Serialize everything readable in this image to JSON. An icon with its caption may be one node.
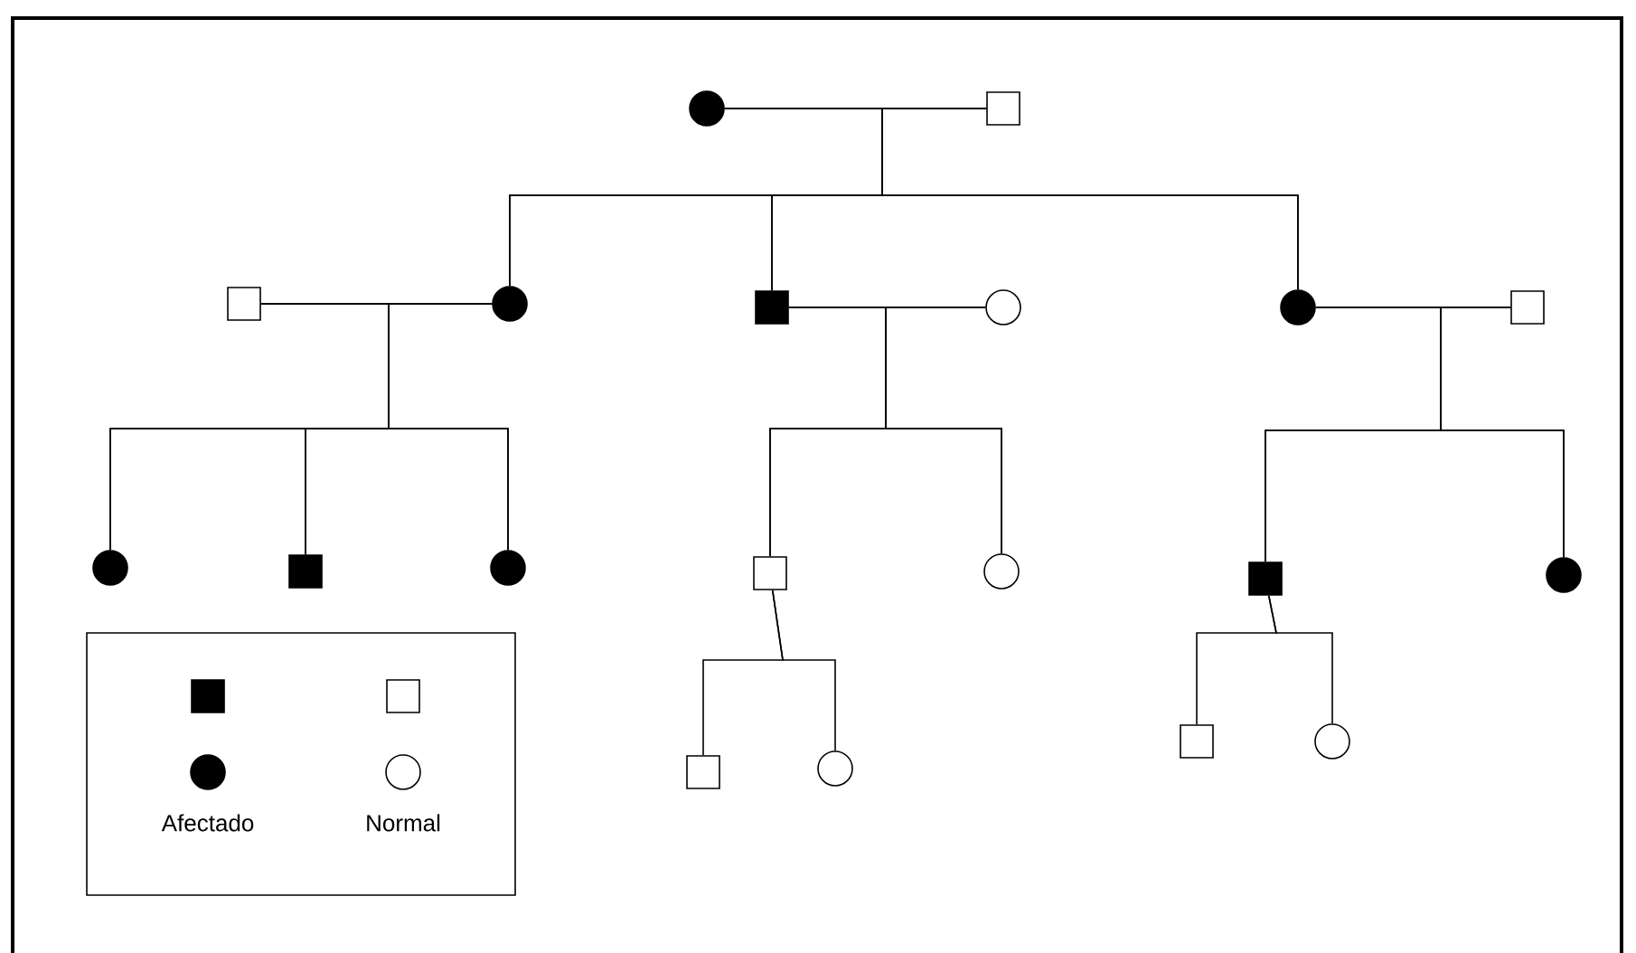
{
  "diagram": {
    "nodes": [
      {
        "text": [],
        "shape": "circle"
      },
      {
        "text": [],
        "shape": "box"
      },
      {
        "text": [],
        "shape": "box"
      },
      {
        "text": [],
        "shape": "circle"
      },
      {
        "text": [],
        "shape": "box"
      },
      {
        "text": [],
        "shape": "circle"
      },
      {
        "text": [],
        "shape": "circle"
      },
      {
        "text": [],
        "shape": "box"
      },
      {
        "text": [],
        "shape": "circle"
      },
      {
        "text": [],
        "shape": "box"
      },
      {
        "text": [],
        "shape": "circle"
      },
      {
        "text": [],
        "shape": "box"
      },
      {
        "text": [],
        "shape": "circle"
      },
      {
        "text": [],
        "shape": "box"
      },
      {
        "text": [],
        "shape": "circle"
      },
      {
        "text": [],
        "shape": "box"
      },
      {
        "text": [],
        "shape": "circle"
      },
      {
        "text": [],
        "shape": "box"
      },
      {
        "text": [],
        "shape": "circle"
      }
    ],
    "edges": [
      {
        "from": 0,
        "to": 1,
        "arrow": "none"
      },
      {
        "from": 0,
        "to": 3,
        "arrow": "none"
      },
      {
        "from": 1,
        "to": 3,
        "arrow": "none"
      },
      {
        "from": 0,
        "to": 4,
        "arrow": "none"
      },
      {
        "from": 1,
        "to": 4,
        "arrow": "none"
      },
      {
        "from": 0,
        "to": 6,
        "arrow": "none"
      },
      {
        "from": 1,
        "to": 6,
        "arrow": "none"
      },
      {
        "from": 2,
        "to": 3,
        "arrow": "none"
      },
      {
        "from": 4,
        "to": 5,
        "arrow": "none"
      },
      {
        "from": 6,
        "to": 7,
        "arrow": "none"
      },
      {
        "from": 2,
        "to": 8,
        "arrow": "none"
      },
      {
        "from": 3,
        "to": 8,
        "arrow": "none"
      },
      {
        "from": 2,
        "to": 9,
        "arrow": "none"
      },
      {
        "from": 3,
        "to": 9,
        "arrow": "none"
      },
      {
        "from": 2,
        "to": 10,
        "arrow": "none"
      },
      {
        "from": 3,
        "to": 10,
        "arrow": "none"
      },
      {
        "from": 4,
        "to": 11,
        "arrow": "none"
      },
      {
        "from": 5,
        "to": 11,
        "arrow": "none"
      },
      {
        "from": 4,
        "to": 12,
        "arrow": "none"
      },
      {
        "from": 5,
        "to": 12,
        "arrow": "none"
      },
      {
        "from": 6,
        "to": 13,
        "arrow": "none"
      },
      {
        "from": 7,
        "to": 13,
        "arrow": "none"
      },
      {
        "from": 6,
        "to": 14,
        "arrow": "none"
      },
      {
        "from": 7,
        "to": 14,
        "arrow": "none"
      },
      {
        "from": 11,
        "to": 15,
        "arrow": "none"
      },
      {
        "from": 11,
        "to": 16,
        "arrow": "none"
      },
      {
        "from": 13,
        "to": 17,
        "arrow": "none"
      },
      {
        "from": 13,
        "to": 18,
        "arrow": "none"
      }
    ],
    "legend": [
      {
        "text": "Afectado"
      },
      {
        "text": "Normal"
      }
    ]
  }
}
